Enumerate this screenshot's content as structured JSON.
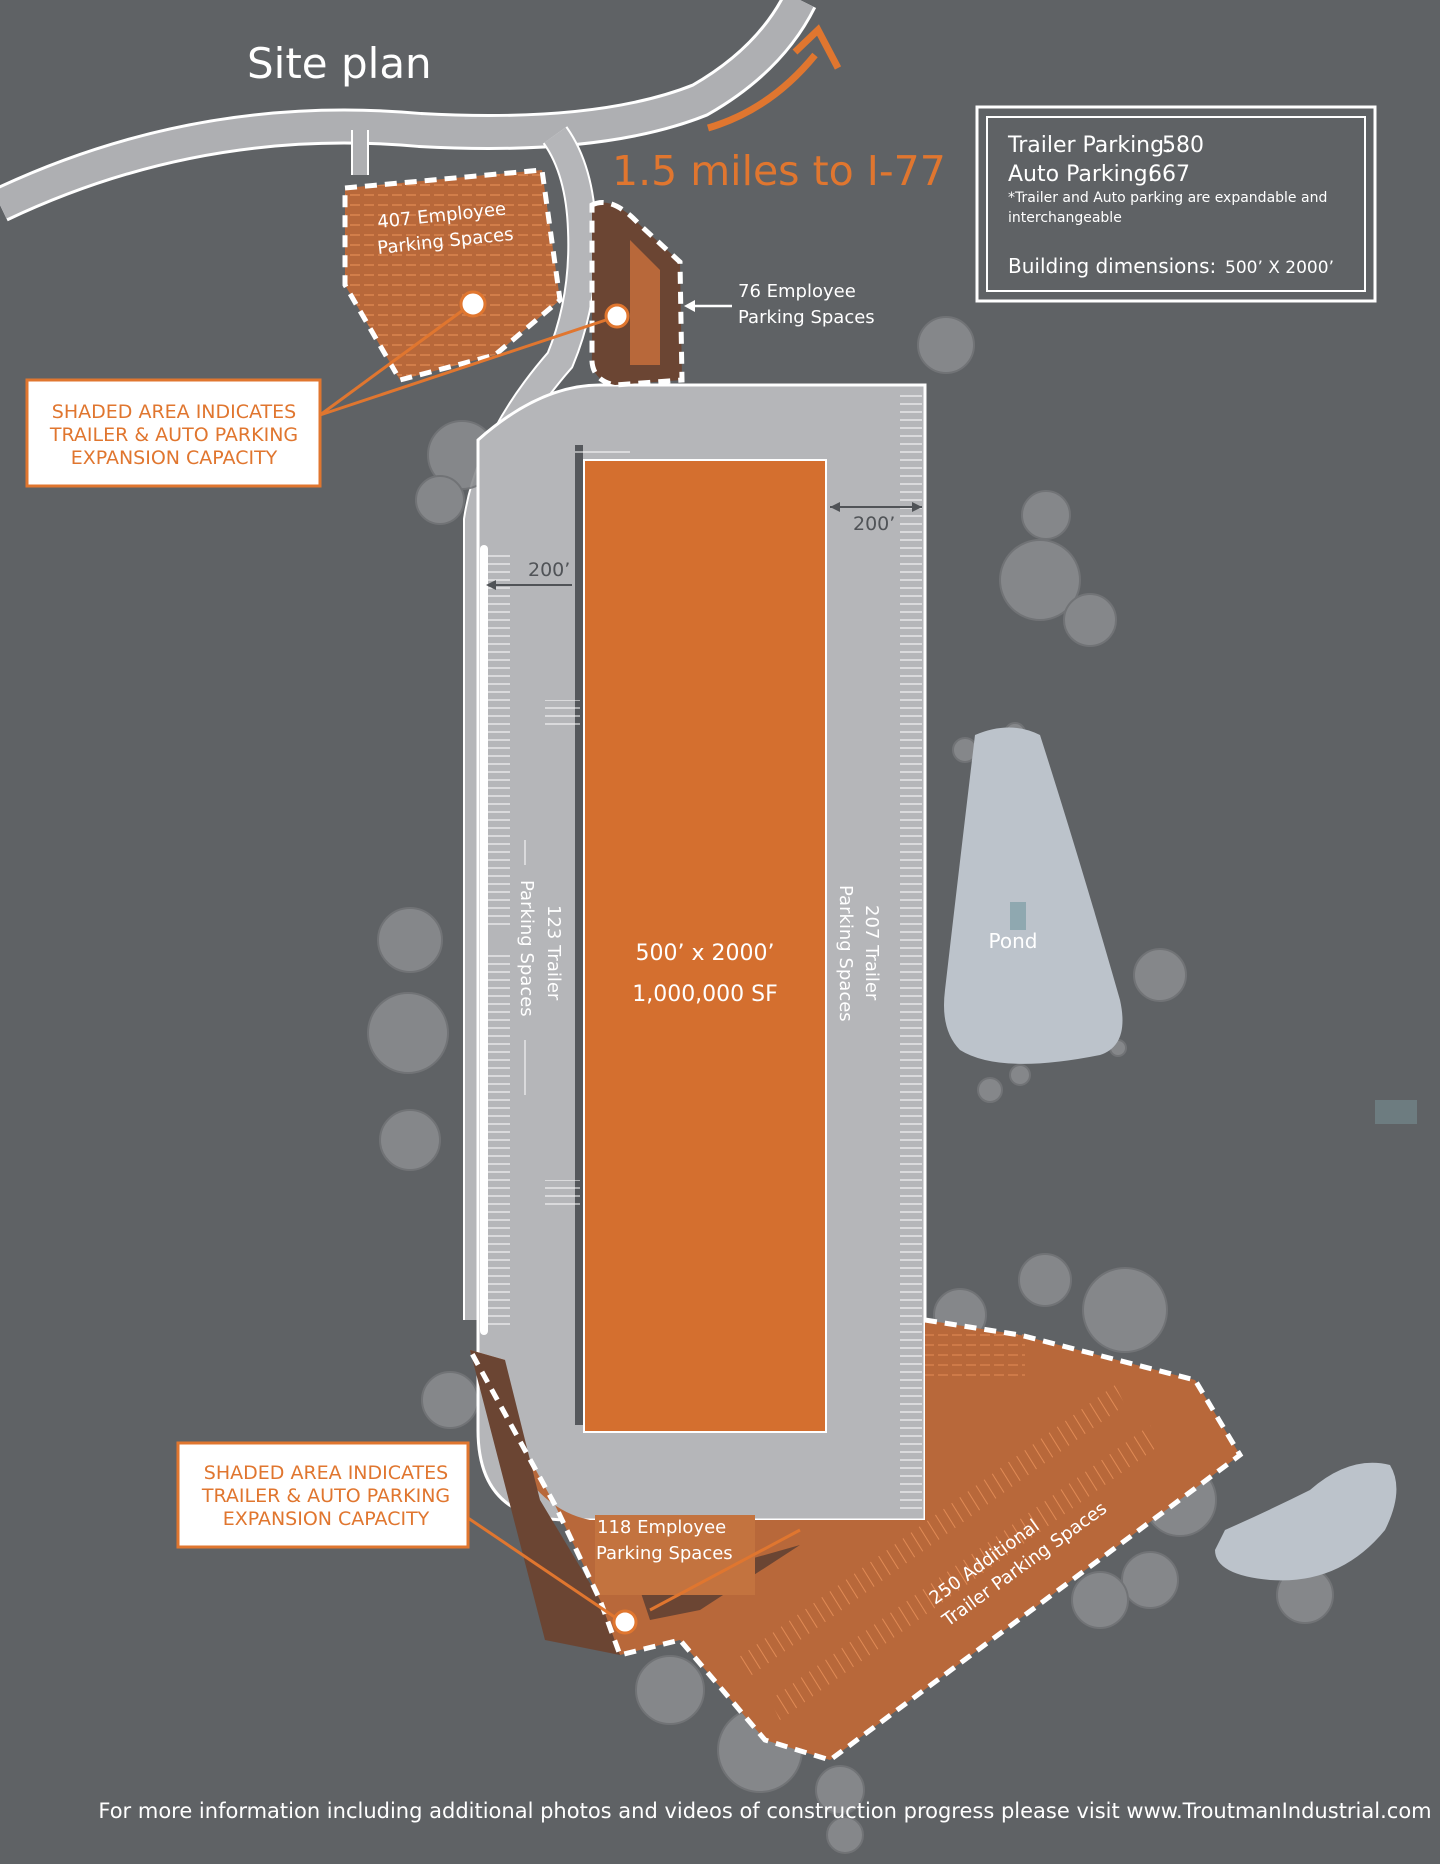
{
  "title": "Site plan",
  "distance_label": "1.5 miles to I-77",
  "legend": {
    "trailer_parking_label": "Trailer Parking:",
    "trailer_parking_value": "580",
    "auto_parking_label": "Auto Parking:",
    "auto_parking_value": "667",
    "note_line1": "*Trailer and Auto parking are expandable and",
    "note_line2": "interchangeable",
    "building_dimensions_label": "Building dimensions:",
    "building_dimensions_value": "500’ X 2000’"
  },
  "lots": {
    "north_lot": [
      "407 Employee",
      "Parking Spaces"
    ],
    "east_small_lot": [
      "76 Employee",
      "Parking Spaces"
    ],
    "south_lot": [
      "118 Employee",
      "Parking Spaces"
    ],
    "south_trailer_lot": [
      "250 Additional",
      "Trailer Parking Spaces"
    ],
    "west_trailer": [
      "123 Trailer",
      "Parking Spaces"
    ],
    "east_trailer": [
      "207 Trailer",
      "Parking Spaces"
    ]
  },
  "building": {
    "dimensions": "500’ x 2000’",
    "area": "1,000,000 SF"
  },
  "dimension_labels": {
    "west": "200’",
    "east": "200’"
  },
  "callouts": {
    "top": [
      "SHADED AREA INDICATES",
      "TRAILER & AUTO PARKING",
      "EXPANSION CAPACITY"
    ],
    "bottom": [
      "SHADED AREA INDICATES",
      "TRAILER & AUTO PARKING",
      "EXPANSION CAPACITY"
    ]
  },
  "pond_label": "Pond",
  "footer": "For more information including additional photos and videos of construction progress please visit www.TroutmanIndustrial.com",
  "colors": {
    "background": "#5f6265",
    "road": "#aeafb2",
    "pavement": "#b5b6b9",
    "building": "#d46f2f",
    "expansion": "#b8683a",
    "expansion_dark": "#6b4533",
    "accent": "#e0762f",
    "pond": "#bcc3cb",
    "tree": "#8a8c8f"
  }
}
